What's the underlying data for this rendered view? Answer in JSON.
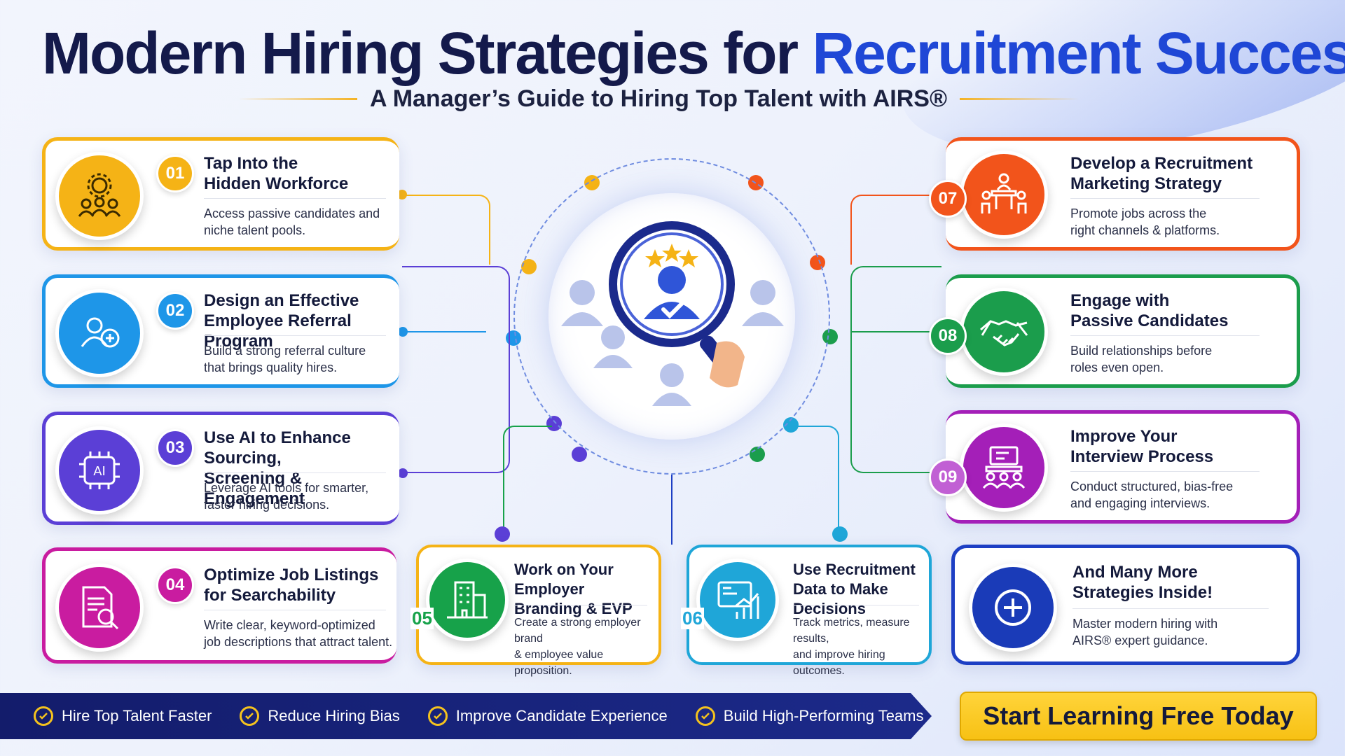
{
  "header": {
    "title_main": "Modern Hiring Strategies for ",
    "title_accent": "Recruitment Success",
    "subtitle": "A Manager’s Guide to Hiring Top Talent with AIRS®"
  },
  "strategies": [
    {
      "num": "01",
      "title_l1": "Tap Into the",
      "title_l2": "Hidden Workforce",
      "desc_l1": "Access passive candidates and",
      "desc_l2": "niche talent pools.",
      "color": "#f5b316",
      "icon": "team-gear-icon"
    },
    {
      "num": "02",
      "title_l1": "Design an Effective",
      "title_l2": "Employee Referral Program",
      "desc_l1": "Build a strong referral culture",
      "desc_l2": "that brings quality hires.",
      "color": "#1e96e8",
      "icon": "referral-icon"
    },
    {
      "num": "03",
      "title_l1": "Use AI to Enhance Sourcing,",
      "title_l2": "Screening & Engagement",
      "desc_l1": "Leverage AI tools for smarter,",
      "desc_l2": "faster hiring decisions.",
      "color": "#5b3fd6",
      "icon": "ai-chip-icon"
    },
    {
      "num": "04",
      "title_l1": "Optimize Job Listings",
      "title_l2": "for Searchability",
      "desc_l1": "Write clear, keyword-optimized",
      "desc_l2": "job descriptions that attract talent.",
      "color": "#c91ca0",
      "icon": "document-search-icon"
    },
    {
      "num": "05",
      "title_l1": "Work on Your Employer",
      "title_l2": "Branding & EVP",
      "desc_l1": "Create a strong employer brand",
      "desc_l2": "& employee value proposition.",
      "color": "#17a24a",
      "icon": "building-icon"
    },
    {
      "num": "06",
      "title_l1": "Use Recruitment",
      "title_l2": "Data to Make Decisions",
      "desc_l1": "Track metrics, measure results,",
      "desc_l2": "and improve hiring outcomes.",
      "color": "#1fa6d8",
      "icon": "analytics-icon"
    },
    {
      "num": "07",
      "title_l1": "Develop a Recruitment",
      "title_l2": "Marketing Strategy",
      "desc_l1": "Promote jobs across the",
      "desc_l2": "right channels & platforms.",
      "color": "#f2541b",
      "icon": "meeting-icon"
    },
    {
      "num": "08",
      "title_l1": "Engage with",
      "title_l2": "Passive Candidates",
      "desc_l1": "Build relationships before",
      "desc_l2": "roles even open.",
      "color": "#1b9d4c",
      "icon": "handshake-icon"
    },
    {
      "num": "09",
      "title_l1": "Improve Your",
      "title_l2": "Interview Process",
      "desc_l1": "Conduct structured, bias-free",
      "desc_l2": "and engaging interviews.",
      "color": "#a41fb8",
      "icon": "interview-icon"
    },
    {
      "num": "",
      "title_l1": "And Many More",
      "title_l2": "Strategies Inside!",
      "desc_l1": "Master modern hiring with",
      "desc_l2": "AIRS® expert guidance.",
      "color": "#1d3fc4",
      "icon": "plus-circle-icon"
    }
  ],
  "benefits": [
    "Hire Top Talent Faster",
    "Reduce Hiring Bias",
    "Improve Candidate Experience",
    "Build High-Performing Teams"
  ],
  "cta_label": "Start Learning Free Today",
  "center_icon": "magnifier-candidate-icon"
}
